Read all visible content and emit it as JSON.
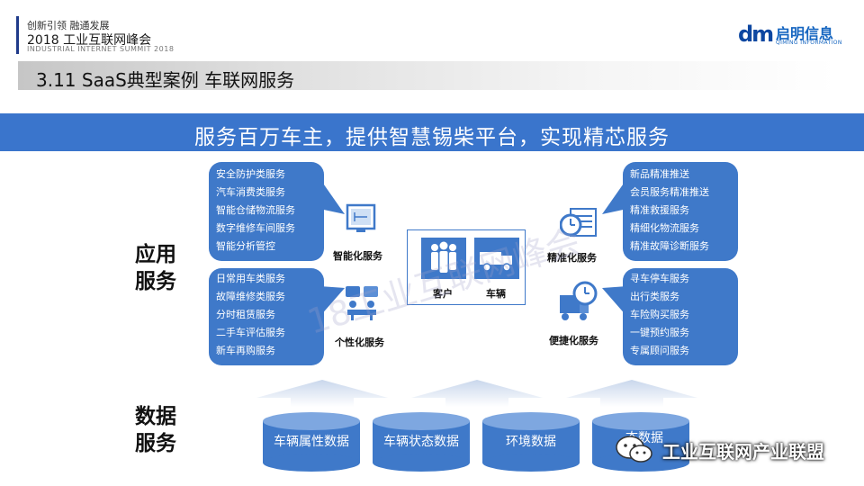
{
  "header": {
    "line1": "创新引领 融通发展",
    "line2": "2018 工业互联网峰会",
    "line3": "INDUSTRIAL INTERNET SUMMIT 2018",
    "logo_mark": "dm",
    "logo_cn": "启明信息",
    "logo_en": "QIMING INFORMATION"
  },
  "title": "3.11 SaaS典型案例  车联网服务",
  "banner": "服务百万车主，提供智慧锡柴平台，实现精芯服务",
  "side_labels": {
    "app_l1": "应用",
    "app_l2": "服务",
    "data_l1": "数据",
    "data_l2": "服务"
  },
  "boxes": {
    "left_top": [
      "安全防护类服务",
      "汽车消费类服务",
      "智能仓储物流服务",
      "数字维修车间服务",
      "智能分析管控"
    ],
    "left_bottom": [
      "日常用车类服务",
      "故障维修类服务",
      "分时租赁服务",
      "二手车评估服务",
      "新车再购服务"
    ],
    "right_top": [
      "新品精准推送",
      "会员服务精准推送",
      "精准救援服务",
      "精细化物流服务",
      "精准故障诊断服务"
    ],
    "right_bottom": [
      "寻车停车服务",
      "出行类服务",
      "车险购买服务",
      "一键预约服务",
      "专属顾问服务"
    ]
  },
  "services": {
    "smart": "智能化服务",
    "personal": "个性化服务",
    "precise": "精准化服务",
    "convenient": "便捷化服务"
  },
  "center": {
    "customer": "客户",
    "vehicle": "车辆"
  },
  "data_services": [
    "车辆属性数据",
    "车辆状态数据",
    "环境数据",
    "态数据"
  ],
  "watermark": {
    "middle": "18工业互联网峰会",
    "footer": "工业互联网产业联盟"
  },
  "colors": {
    "primary_blue": "#3f79c9",
    "banner_blue": "#3a75cc",
    "header_accent": "#1f3a8a"
  }
}
